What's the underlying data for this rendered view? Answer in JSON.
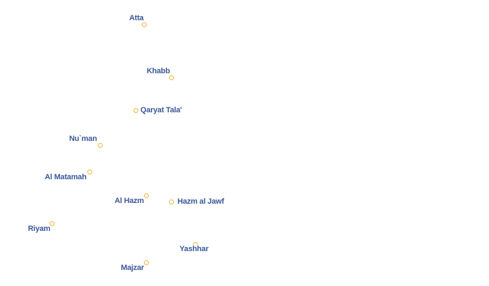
{
  "map": {
    "colors": {
      "background": "#ffffff",
      "label": "#3b5998",
      "label_halo": "#ffffff",
      "marker_ring": "#f2b13a"
    },
    "places": [
      {
        "name": "Atta"
      },
      {
        "name": "Khabb"
      },
      {
        "name": "Qaryat Tala'"
      },
      {
        "name": "Nu`man"
      },
      {
        "name": "Al Matamah"
      },
      {
        "name": "Al Hazm"
      },
      {
        "name": "Hazm al Jawf"
      },
      {
        "name": "Riyam"
      },
      {
        "name": "Yashhar"
      },
      {
        "name": "Majzar"
      }
    ]
  }
}
